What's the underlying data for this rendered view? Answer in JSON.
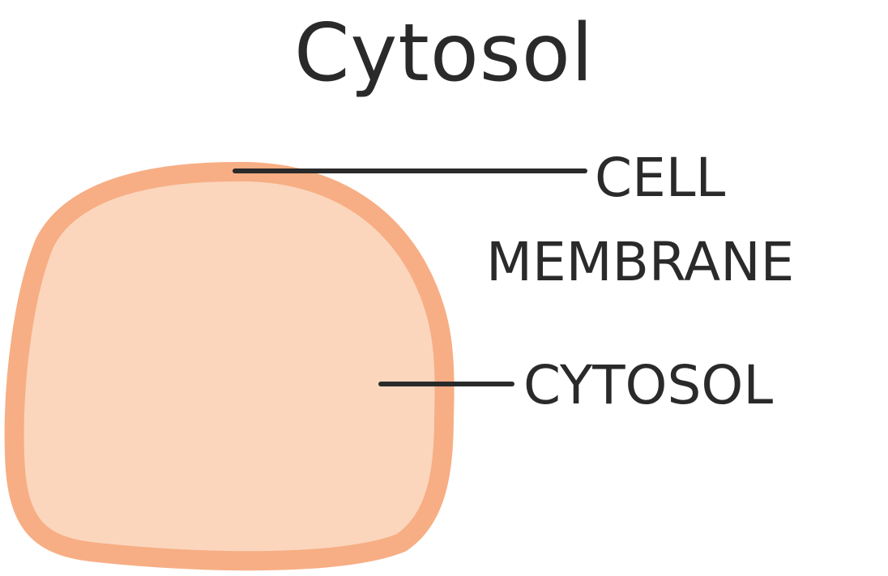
{
  "title": "Cytosol",
  "labels": {
    "membrane_line1": "CELL",
    "membrane_line2": "MEMBRANE",
    "cytosol": "CYTOSOL"
  },
  "colors": {
    "membrane": "#f7ae84",
    "cytosol": "#fbd6bd",
    "text": "#2a2a2a",
    "leader": "#2a2a2a"
  }
}
